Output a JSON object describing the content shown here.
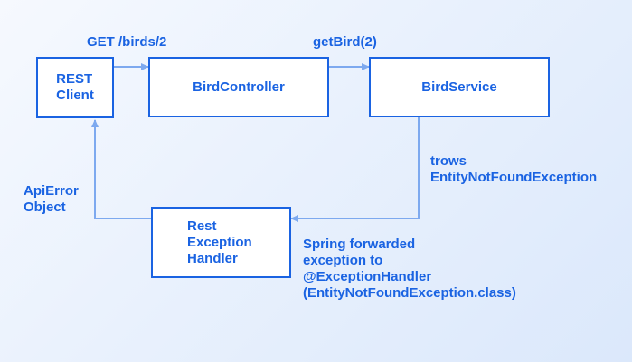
{
  "nodes": {
    "rest_client": "REST\nClient",
    "bird_controller": "BirdController",
    "bird_service": "BirdService",
    "exception_handler": "Rest\nException\nHandler"
  },
  "edges": {
    "client_to_controller": "GET /birds/2",
    "controller_to_service": "getBird(2)",
    "service_to_handler": "trows\nEntityNotFoundException",
    "handler_forward_note": "Spring forwarded\nexception to\n@ExceptionHandler\n(EntityNotFoundException.class)",
    "handler_to_client": "ApiError\nObject"
  },
  "colors": {
    "primary": "#1a63e2",
    "arrow": "#7da9ef"
  }
}
